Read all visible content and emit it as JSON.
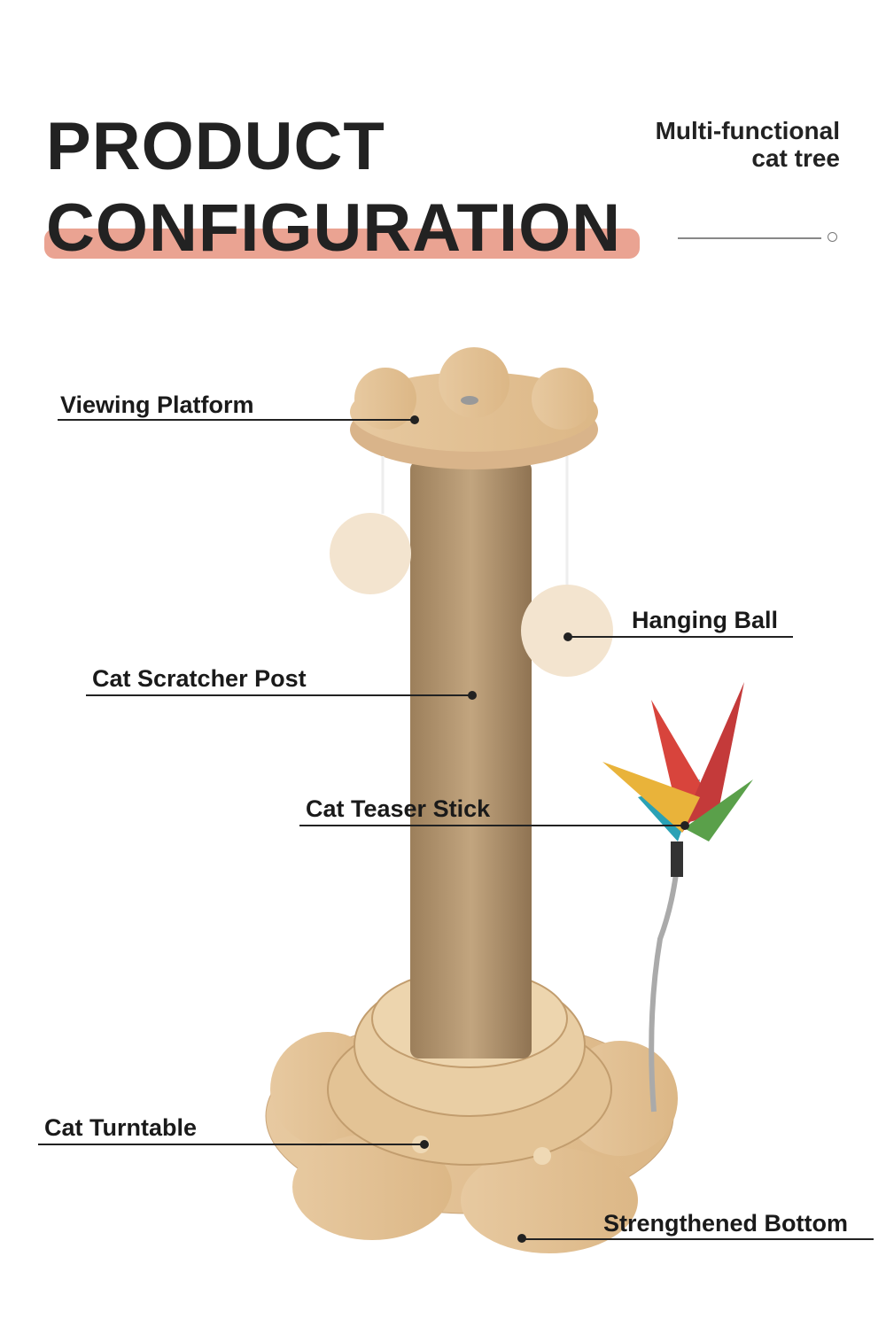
{
  "header": {
    "title_line1": "PRODUCT",
    "title_line2": "CONFIGURATION",
    "subtitle_line1": "Multi-functional",
    "subtitle_line2": "cat tree",
    "accent_color": "#eaa392"
  },
  "labels": {
    "viewing_platform": "Viewing Platform",
    "hanging_ball": "Hanging Ball",
    "scratcher_post": "Cat Scratcher Post",
    "teaser_stick": "Cat Teaser Stick",
    "turntable": "Cat Turntable",
    "bottom": "Strengthened Bottom"
  }
}
